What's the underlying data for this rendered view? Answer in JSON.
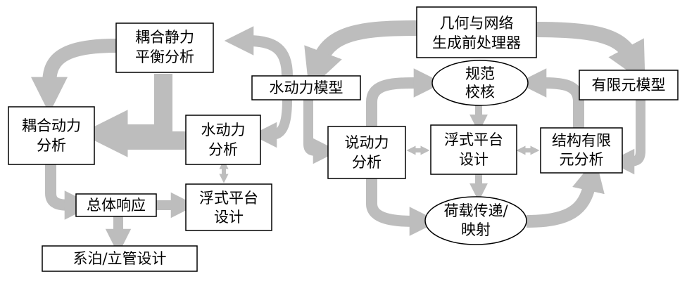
{
  "colors": {
    "arrow": "#bdbdbd",
    "box_stroke": "#000000",
    "box_fill": "#ffffff"
  },
  "nodes": {
    "geom_mesh": {
      "line1": "几何与网络",
      "line2": "生成前处理器"
    },
    "coupled_static": {
      "line1": "耦合静力",
      "line2": "平衡分析"
    },
    "coupled_dynamic": {
      "line1": "耦合动力",
      "line2": "分析"
    },
    "hydro_model": {
      "label": "水动力模型"
    },
    "hydro_analysis": {
      "line1": "水动力",
      "line2": "分析"
    },
    "overall_response": {
      "label": "总体响应"
    },
    "platform_design_left": {
      "line1": "浮式平台",
      "line2": "设计"
    },
    "mooring_riser": {
      "label": "系泊/立管设计"
    },
    "fem_model": {
      "label": "有限元模型"
    },
    "code_check": {
      "line1": "规范",
      "line2": "校核"
    },
    "speak_dynamic": {
      "line1": "说动力",
      "line2": "分析"
    },
    "platform_design_right": {
      "line1": "浮式平台",
      "line2": "设计"
    },
    "structural_fem": {
      "line1": "结构有限",
      "line2": "元分析"
    },
    "load_transfer": {
      "line1": "荷载传递/",
      "line2": "映射"
    }
  }
}
